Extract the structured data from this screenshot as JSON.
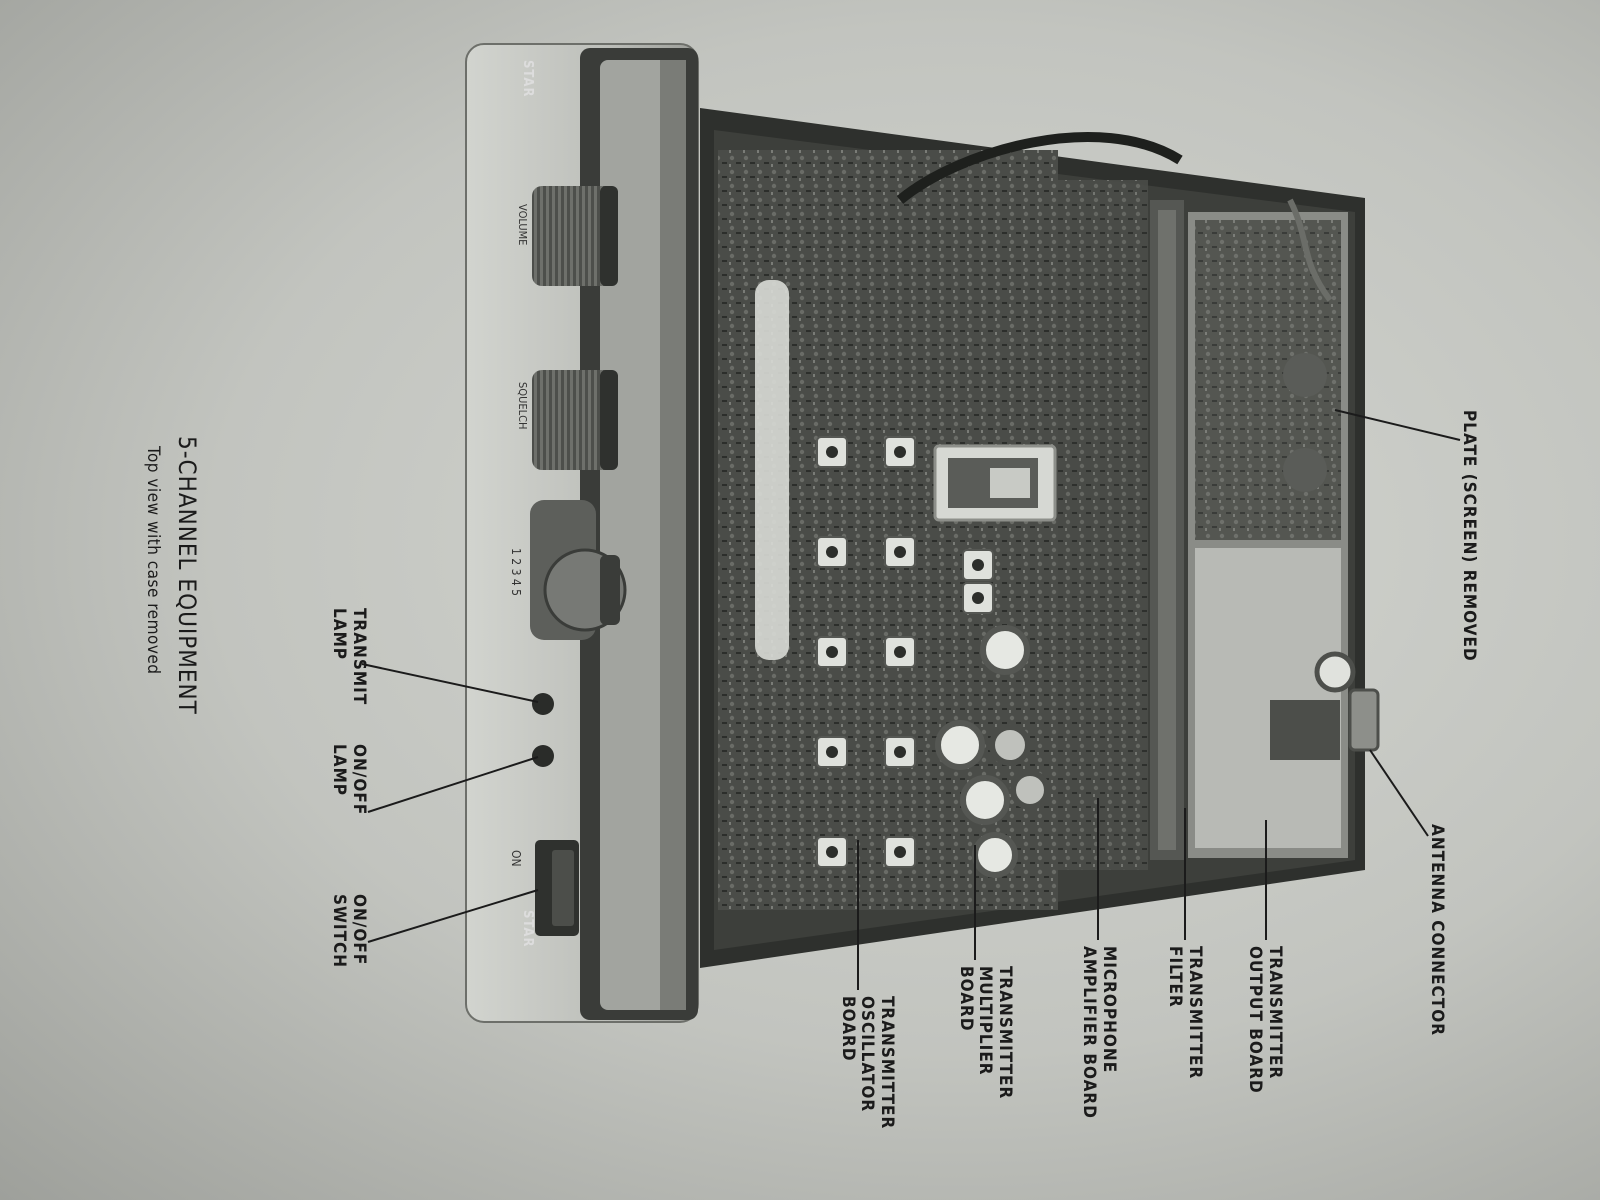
{
  "caption": {
    "title": "5-CHANNEL EQUIPMENT",
    "subtitle": "Top view with case removed"
  },
  "panel": {
    "brand": "STAR",
    "knob_labels": [
      "VOLUME",
      "SQUELCH"
    ],
    "channel_numbers": "1 2 3 4 5",
    "switch_label": "ON"
  },
  "callouts": {
    "transmit_lamp": "TRANSMIT\nLAMP",
    "on_off_lamp": "ON/OFF\nLAMP",
    "on_off_switch": "ON/OFF\nSWITCH",
    "plate_removed": "PLATE (SCREEN) REMOVED",
    "antenna_connector": "ANTENNA CONNECTOR",
    "transmitter_output_board": "TRANSMITTER\nOUTPUT BOARD",
    "transmitter_filter": "TRANSMITTER\nFILTER",
    "microphone_amplifier_board": "MICROPHONE\nAMPLIFIER BOARD",
    "transmitter_multiplier_board": "TRANSMITTER\nMULTIPLIER\nBOARD",
    "transmitter_oscillator_board": "TRANSMITTER\nOSCILLATOR\nBOARD"
  },
  "colors": {
    "paper": "#c7c9c4",
    "ink": "#1b1b1b",
    "panel": "#bdbfba",
    "chassis": "#2e302d"
  }
}
